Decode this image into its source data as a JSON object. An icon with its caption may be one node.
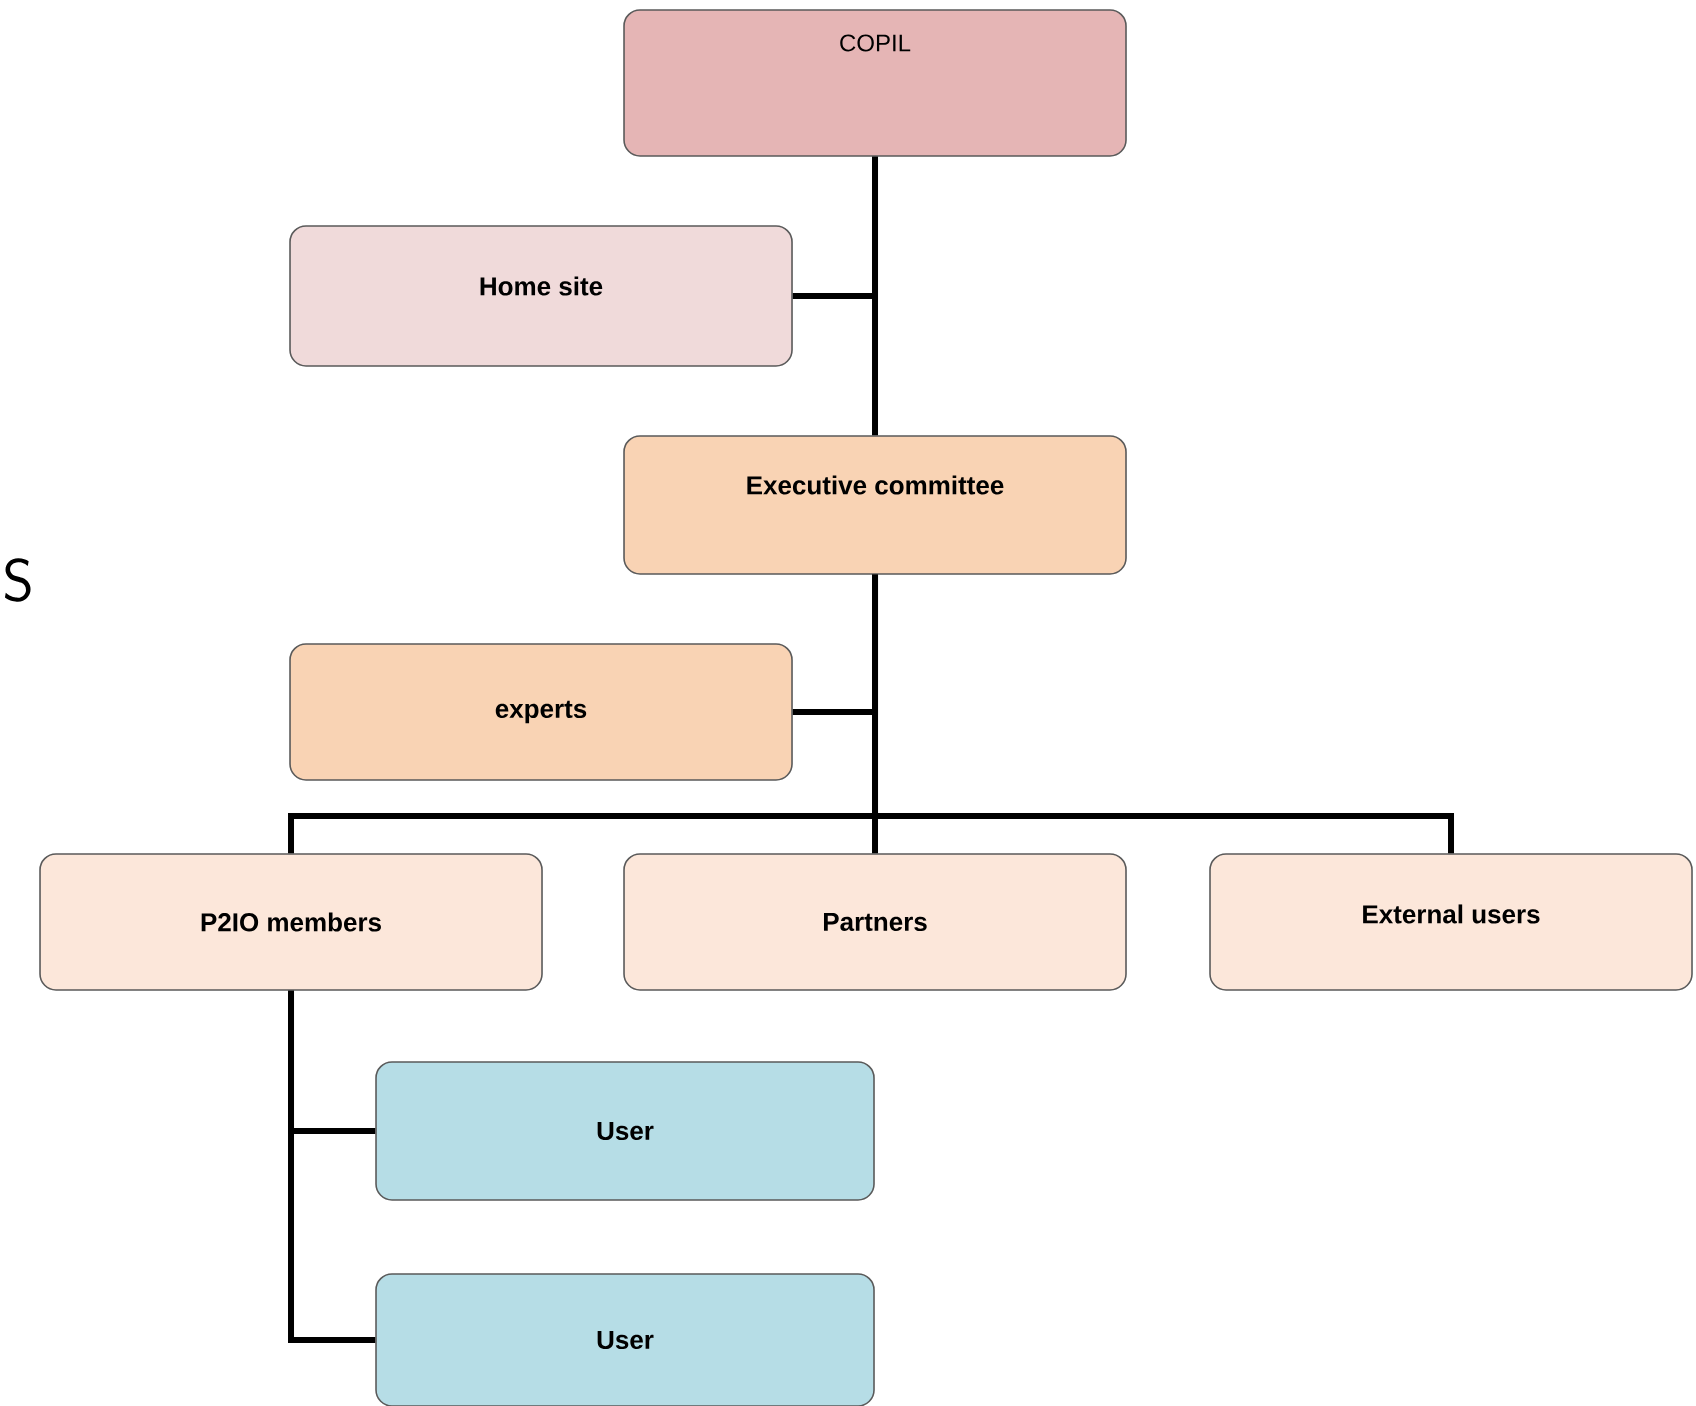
{
  "diagram": {
    "nodes": [
      {
        "text": [
          "COPIL"
        ]
      },
      {
        "text": [
          "Home site"
        ]
      },
      {
        "text": [
          "Executive committee"
        ]
      },
      {
        "text": [
          "experts"
        ]
      },
      {
        "text": [
          "P2IO members"
        ]
      },
      {
        "text": [
          "Partners"
        ]
      },
      {
        "text": [
          "External users"
        ]
      },
      {
        "text": [
          "User"
        ]
      },
      {
        "text": [
          "User"
        ]
      }
    ],
    "edges": [
      {
        "from": 0,
        "to": 1,
        "arrow": "none"
      },
      {
        "from": 0,
        "to": 2,
        "arrow": "none"
      },
      {
        "from": 2,
        "to": 3,
        "arrow": "none"
      },
      {
        "from": 2,
        "to": 4,
        "arrow": "none"
      },
      {
        "from": 2,
        "to": 5,
        "arrow": "none"
      },
      {
        "from": 2,
        "to": 6,
        "arrow": "none"
      },
      {
        "from": 4,
        "to": 7,
        "arrow": "none"
      },
      {
        "from": 4,
        "to": 8,
        "arrow": "none"
      }
    ],
    "labels": [
      "S"
    ]
  }
}
